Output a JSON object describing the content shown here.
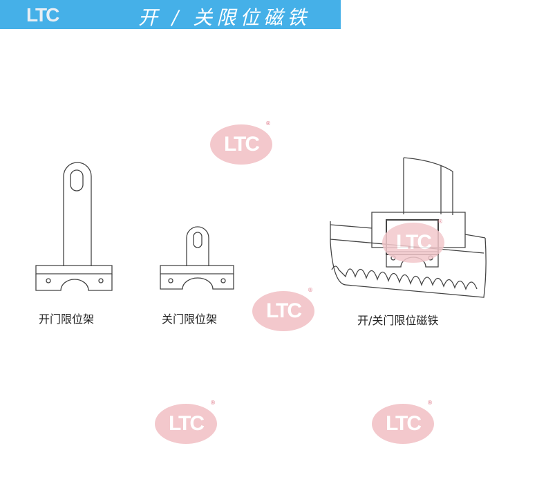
{
  "header": {
    "logo": "LTC",
    "title": "开 / 关限位磁铁",
    "color": "#45b0e8"
  },
  "watermark": {
    "text": "LTC",
    "registered": "®",
    "color": "#f3c8cc"
  },
  "figures": [
    {
      "caption": "开门限位架"
    },
    {
      "caption": "关门限位架"
    },
    {
      "caption": "开/关门限位磁铁"
    }
  ]
}
